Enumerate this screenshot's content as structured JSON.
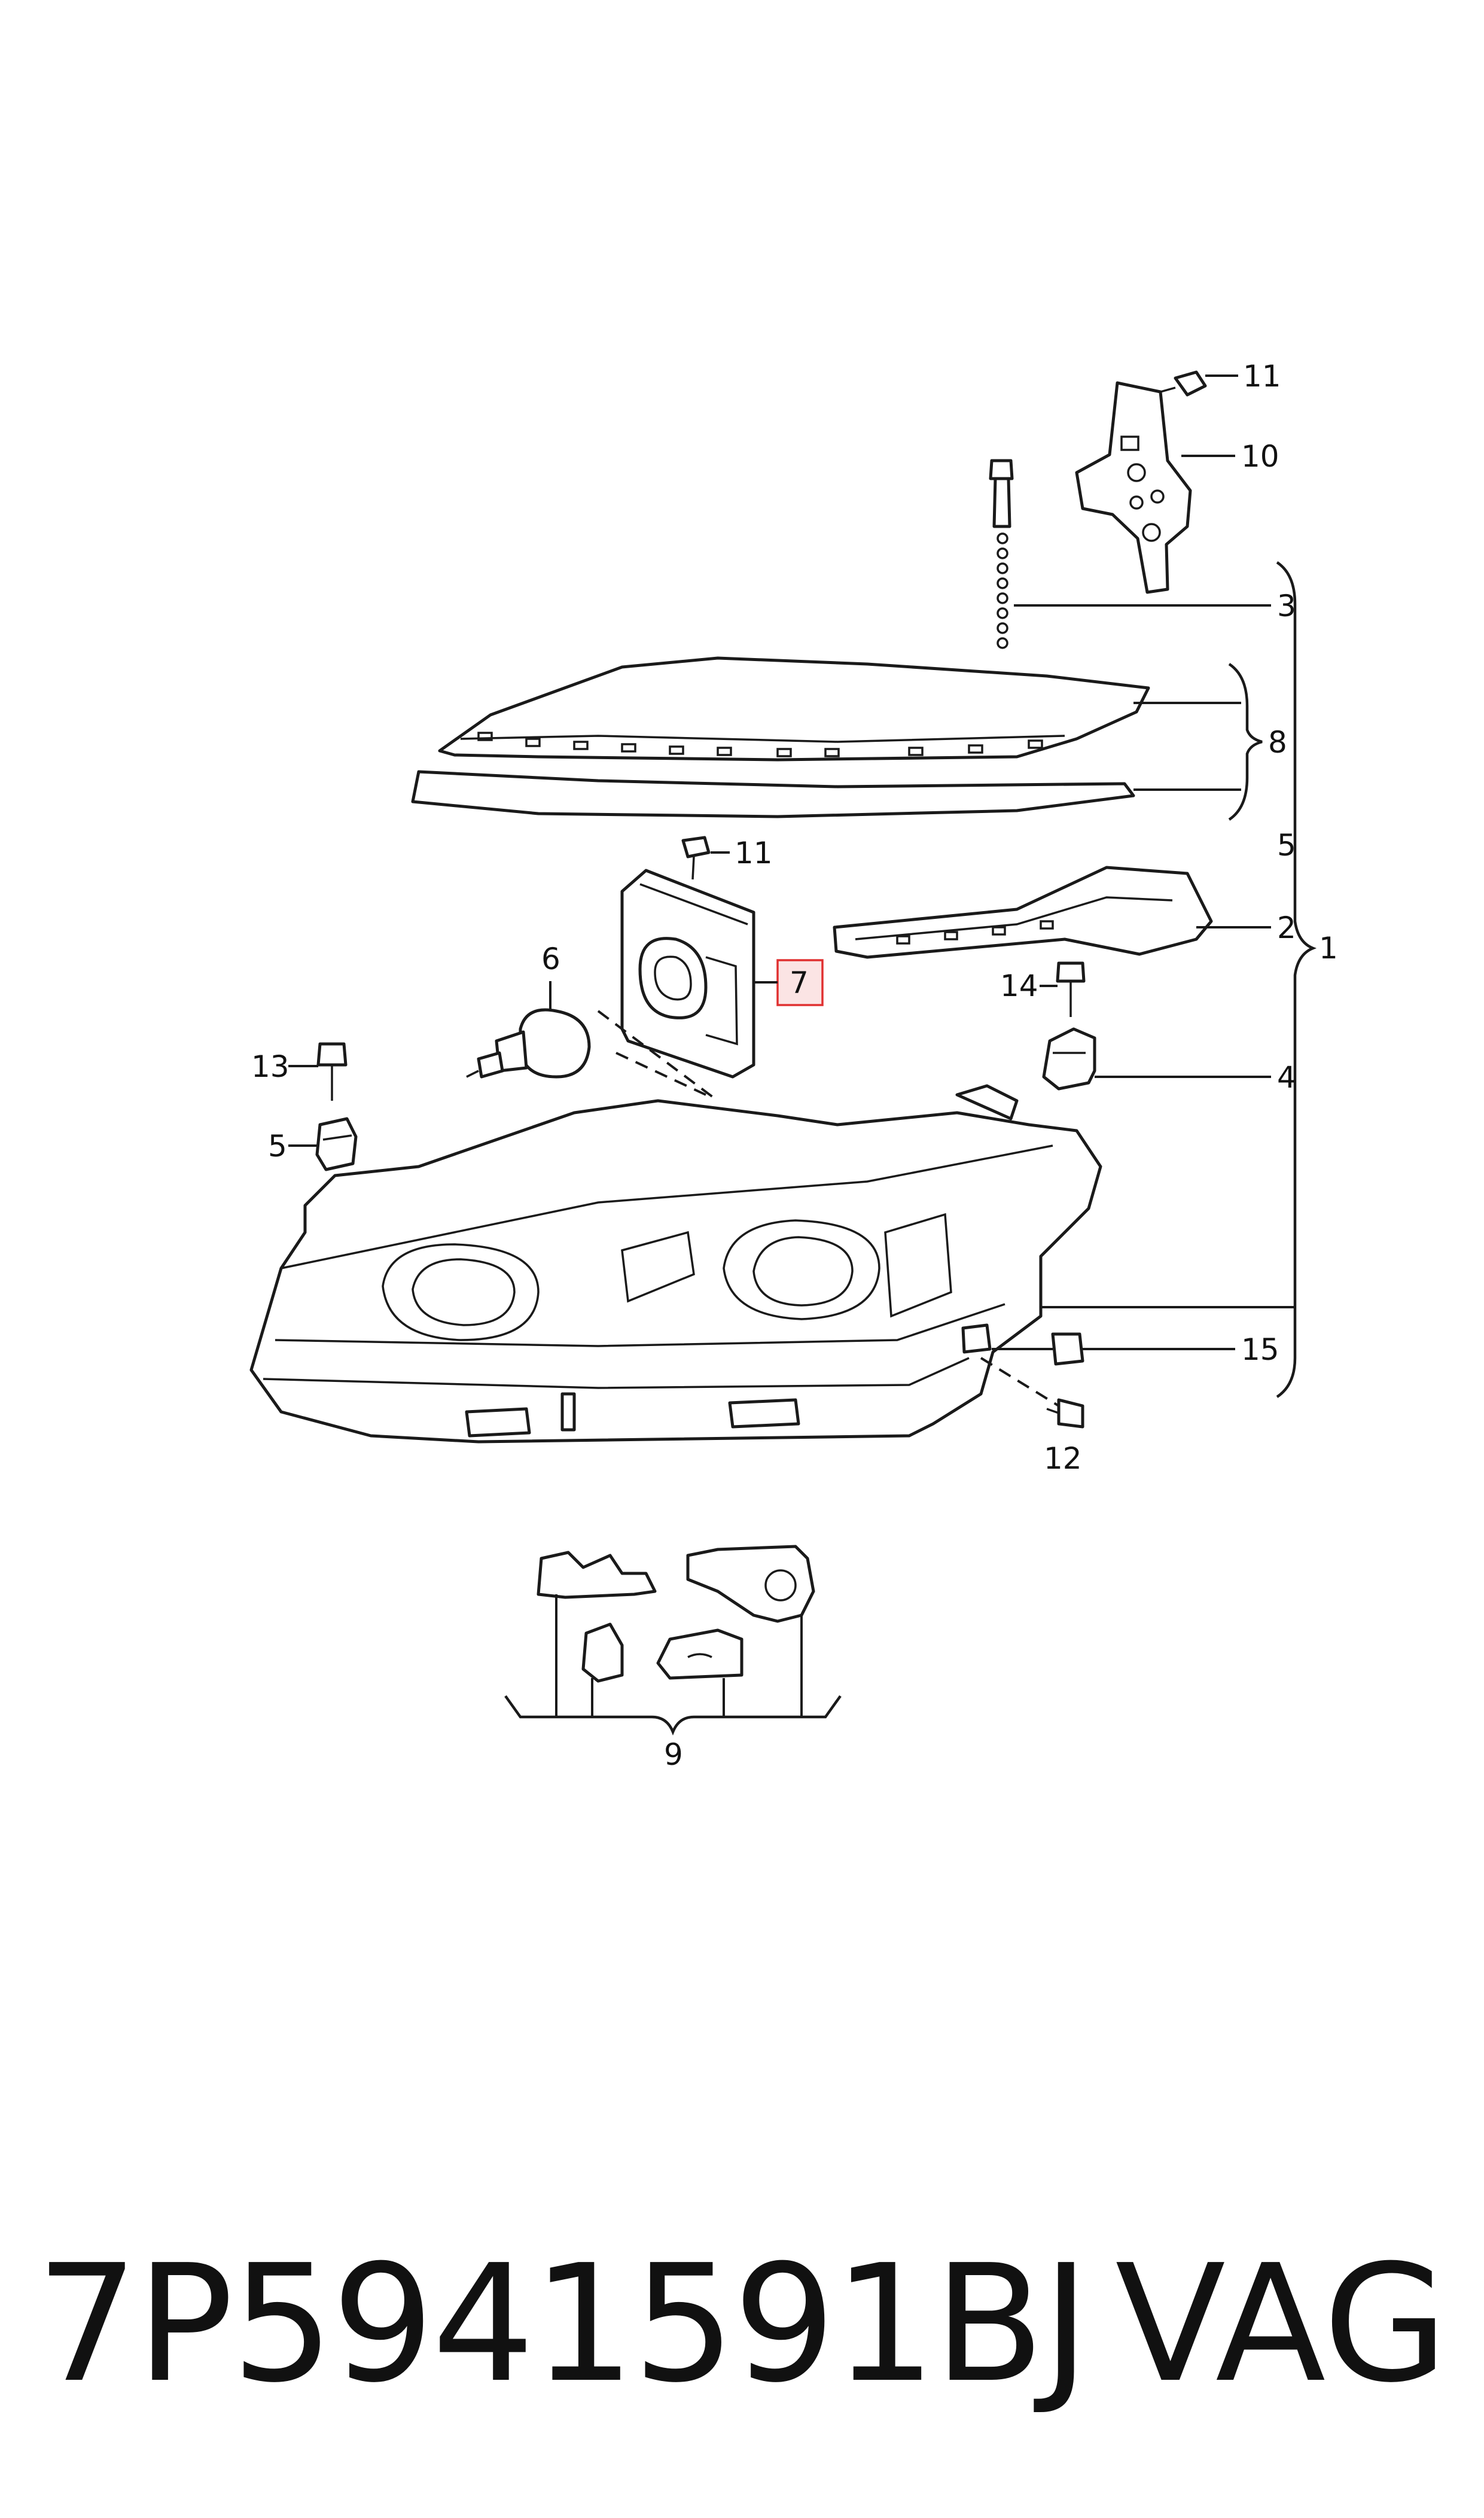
{
  "diagram": {
    "callouts": {
      "c1": "1",
      "c2": "2",
      "c3": "3",
      "c4": "4",
      "c5_right": "5",
      "c5_left": "5",
      "c6": "6",
      "c7": "7",
      "c8": "8",
      "c9": "9",
      "c10": "10",
      "c11_top": "11",
      "c11_mid": "11",
      "c12": "12",
      "c13": "13",
      "c14": "14",
      "c15": "15"
    },
    "highlight_color": "#e03030",
    "highlight_fill": "#fbe4e4"
  },
  "footer": {
    "part_number": "7P5941591BJ",
    "brand": "VAG"
  }
}
